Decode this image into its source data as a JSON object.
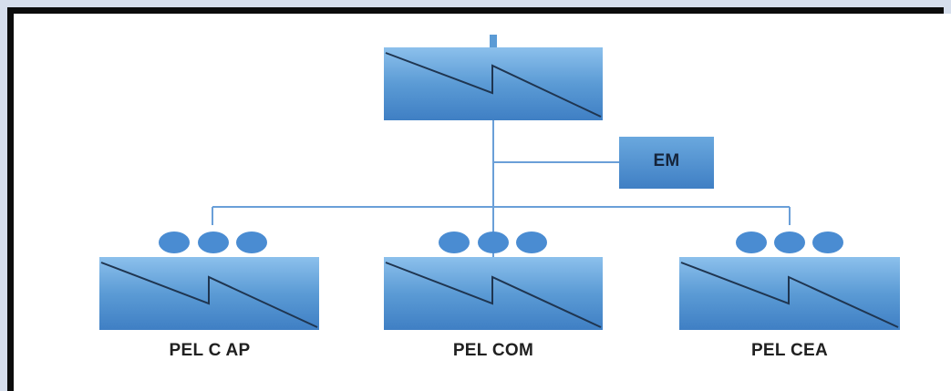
{
  "diagram": {
    "center_node_label": "EM",
    "bottom_nodes": [
      {
        "label": "PEL C AP"
      },
      {
        "label": "PEL COM"
      },
      {
        "label": "PEL CEA"
      }
    ]
  },
  "colors": {
    "block_fill": "#5b9bd5",
    "block_dark": "#3f7fc4",
    "line": "#6a9fd8",
    "frame": "#0c0c0c",
    "background": "#d6deec"
  }
}
